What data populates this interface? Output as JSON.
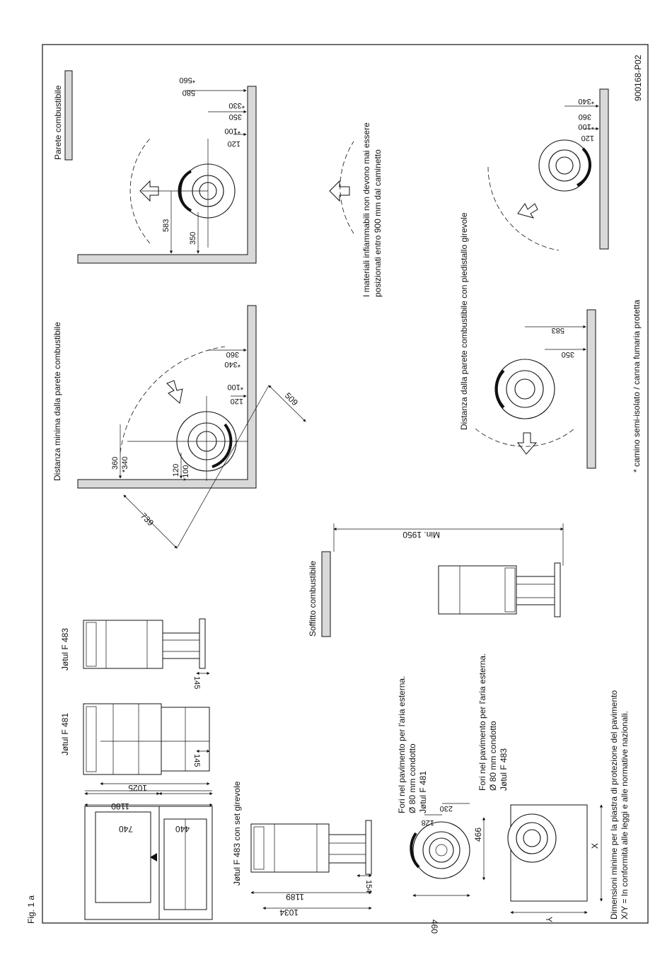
{
  "figure_label": "Fig. 1 a",
  "doc_code": "900168-P02",
  "models": {
    "f481": "Jøtul F 481",
    "f483": "Jøtul F 483",
    "f483_swivel": "Jøtul F 483 con set girevole"
  },
  "dims": {
    "d1180": "1180",
    "d740": "740",
    "d440": "440",
    "d1025": "1025",
    "d145a": "145",
    "d145b": "145",
    "d1189": "1189",
    "d1034": "1034",
    "d154": "154",
    "d460": "460",
    "d466": "466",
    "d128": "128",
    "d230": "230",
    "dX": "X",
    "dY": "Y",
    "min1950": "Min. 1950",
    "c360": "360",
    "c340": "*340",
    "c120": "120",
    "c100": "*100",
    "c739": "739",
    "c509": "509",
    "c360b": "360",
    "c340b": "*340",
    "c120b": "120",
    "c100b": "*100",
    "w583": "583",
    "w350": "350",
    "w580": "580",
    "w560": "*560",
    "w350b": "350",
    "w330": "*330",
    "w120": "120",
    "w100": "*100",
    "s583": "583",
    "s350": "350",
    "s360": "360",
    "s340": "*340",
    "s120": "120",
    "s100": "*100"
  },
  "labels": {
    "soffitto": "Soffitto combustibile",
    "floor_holes_481": [
      "Fori nel pavimento per l'aria esterna.",
      "Ø 80 mm condotto",
      "Jøtul F 481"
    ],
    "floor_holes_483": [
      "Fori nel pavimento per l'aria esterna.",
      "Ø 80 mm condotto",
      "Jøtul F 483"
    ],
    "footer": [
      "Dimensioni minime per la piastra di protezione del pavimento",
      "X/Y = In conformità alle leggi e alle normative nazionali."
    ],
    "dist_min": "Distanza minima dalla parete combustibile",
    "parete": "Parete combustibile",
    "materiali": [
      "I materiali infiammabili non devono mai essere",
      "posizionati entro 900 mm dal caminetto"
    ],
    "dist_swivel": "Distanza dalla parete combustibile con piedistallo girevole",
    "camino_note": "* camino semi-isolato / canna fumaria protetta"
  }
}
